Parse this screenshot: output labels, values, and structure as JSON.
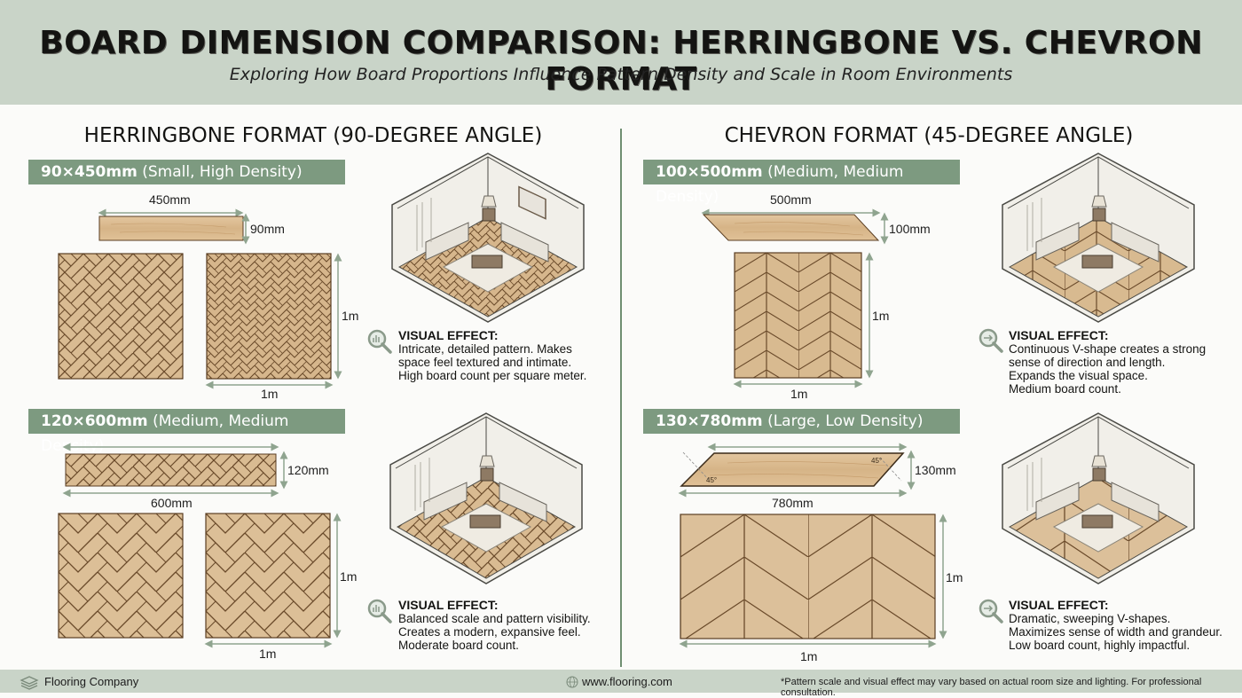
{
  "header": {
    "title": "BOARD DIMENSION COMPARISON: HERRINGBONE VS. CHEVRON FORMAT",
    "subtitle": "Exploring How Board Proportions Influence Pattern Density and Scale in Room Environments"
  },
  "colors": {
    "header_bg": "#c9d4c8",
    "band_bg": "#7d9a80",
    "divider": "#6f8f72",
    "wood_light": "#ddc098",
    "wood_mid": "#cfa97a",
    "wood_line": "#5a3e22",
    "arrow": "#8fa48f"
  },
  "herringbone": {
    "title": "HERRINGBONE FORMAT (90-DEGREE ANGLE)",
    "sections": [
      {
        "size": "90×450mm",
        "descriptor": "(Small, High Density)",
        "board_length": "450mm",
        "board_width": "90mm",
        "sample_height": "1m",
        "sample_width": "1m",
        "effect_title": "VISUAL EFFECT:",
        "effect_lines": [
          "Intricate, detailed pattern. Makes",
          "space feel textured and intimate.",
          "High board count per square meter."
        ]
      },
      {
        "size": "120×600mm",
        "descriptor": "(Medium, Medium Density)",
        "board_length": "600mm",
        "board_width": "120mm",
        "sample_height": "1m",
        "sample_width": "1m",
        "effect_title": "VISUAL EFFECT:",
        "effect_lines": [
          "Balanced scale and pattern visibility.",
          "Creates a modern, expansive feel.",
          "Moderate board count."
        ]
      }
    ]
  },
  "chevron": {
    "title": "CHEVRON FORMAT (45-DEGREE ANGLE)",
    "sections": [
      {
        "size": "100×500mm",
        "descriptor": "(Medium, Medium Density)",
        "board_length": "500mm",
        "board_width": "100mm",
        "sample_height": "1m",
        "sample_width": "1m",
        "effect_title": "VISUAL EFFECT:",
        "effect_lines": [
          "Continuous V-shape creates a strong",
          "sense of direction and length.",
          "Expands the visual space.",
          "Medium board count."
        ]
      },
      {
        "size": "130×780mm",
        "descriptor": "(Large, Low Density)",
        "board_length": "780mm",
        "board_width": "130mm",
        "angle_label": "45°",
        "sample_height": "1m",
        "sample_width": "1m",
        "effect_title": "VISUAL EFFECT:",
        "effect_lines": [
          "Dramatic, sweeping V-shapes.",
          "Maximizes sense of width and grandeur.",
          "Low board count, highly impactful."
        ]
      }
    ]
  },
  "footer": {
    "company": "Flooring Company",
    "website": "www.flooring.com",
    "disclaimer": "*Pattern scale and visual effect may vary based on actual room size and lighting. For professional consultation."
  }
}
